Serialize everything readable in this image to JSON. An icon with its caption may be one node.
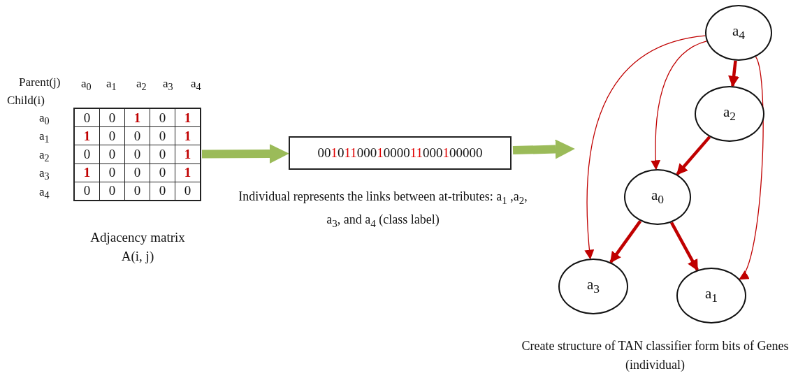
{
  "diagram": {
    "nodes": [
      {
        "text": [],
        "shape": "box",
        "beside": [
          "Adjacency matrix A(i, j)"
        ]
      },
      {
        "text": [
          "00**1**0**11**000**1**0000**11**000**1**00000"
        ],
        "beside": [
          "Individual represents the links between at-tributes: a$_{1}$ ,a$_{2}$, a$_{3}$, and a$_{4}$ (class label)"
        ]
      },
      {
        "text": [
          "a$_{4}$"
        ]
      },
      {
        "text": [
          "a$_{2}$"
        ]
      },
      {
        "text": [
          "a$_{0}$"
        ]
      },
      {
        "text": [
          "a$_{3}$"
        ]
      },
      {
        "text": [
          "a$_{1}$"
        ]
      }
    ],
    "edges": [
      {
        "from": 0,
        "to": 1,
        "arrow": "to",
        "color": "#9bbb59"
      },
      {
        "from": 1,
        "to": null,
        "arrow": "to",
        "color": "#9bbb59"
      },
      {
        "from": 2,
        "to": 5,
        "arrow": "to"
      },
      {
        "from": 2,
        "to": 4,
        "arrow": "to"
      },
      {
        "from": 2,
        "to": 3,
        "arrow": "to",
        "style": "thick"
      },
      {
        "from": 2,
        "to": 6,
        "arrow": "to"
      },
      {
        "from": 3,
        "to": 4,
        "arrow": "to",
        "style": "thick"
      },
      {
        "from": 4,
        "to": 5,
        "arrow": "to",
        "style": "thick"
      },
      {
        "from": 4,
        "to": 6,
        "arrow": "to",
        "style": "thick"
      }
    ],
    "labels": [
      "Parent(j)",
      "a$_{0}$",
      "a$_{1}$",
      "a$_{2}$",
      "a$_{3}$",
      "a$_{4}$",
      "Child(i)",
      "a$_{0}$",
      "0",
      "0",
      "**1**",
      "0",
      "**1**",
      "a$_{1}$",
      "**1**",
      "0",
      "0",
      "0",
      "**1**",
      "a$_{2}$",
      "0",
      "0",
      "0",
      "0",
      "**1**",
      "a$_{3}$",
      "**1**",
      "0",
      "0",
      "0",
      "**1**",
      "a$_{4}$",
      "0",
      "0",
      "0",
      "0",
      "0",
      "Create structure of TAN classifier form bits of Genes (individual)"
    ]
  }
}
